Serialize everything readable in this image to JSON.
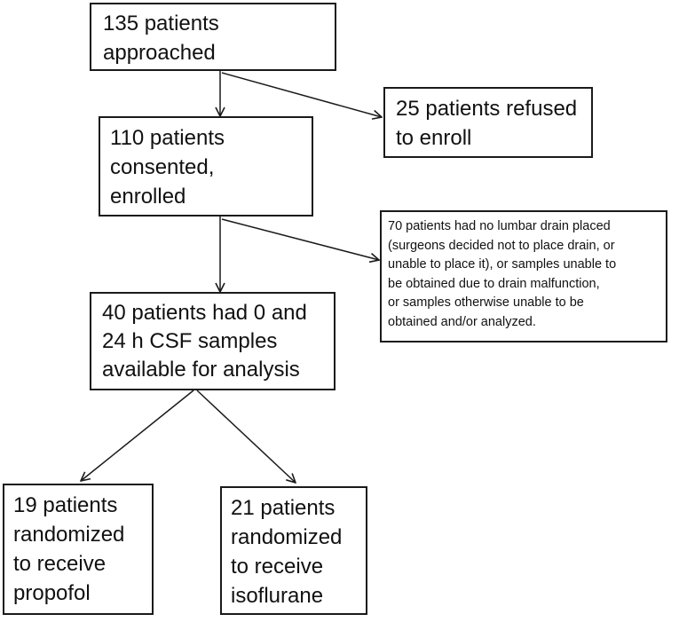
{
  "colors": {
    "stroke": "#1a1a1a",
    "text": "#111111",
    "background": "#ffffff"
  },
  "nodes": {
    "approached": {
      "lines": [
        "135 patients",
        "approached"
      ]
    },
    "refused": {
      "lines": [
        "25 patients refused",
        "to enroll"
      ]
    },
    "consented": {
      "lines": [
        "110 patients",
        "consented,",
        "enrolled"
      ]
    },
    "excluded": {
      "lines": [
        "70 patients had no lumbar drain placed",
        "(surgeons decided not to place drain, or",
        "unable to place it), or samples unable to",
        "be obtained due to drain malfunction,",
        "or samples otherwise unable to be",
        "obtained and/or analyzed."
      ]
    },
    "available": {
      "lines": [
        "40 patients had 0 and",
        "24 h CSF samples",
        "available for analysis"
      ]
    },
    "propofol": {
      "lines": [
        "19 patients",
        "randomized",
        "to receive",
        "propofol"
      ]
    },
    "isoflurane": {
      "lines": [
        "21 patients",
        "randomized",
        "to receive",
        "isoflurane"
      ]
    }
  }
}
